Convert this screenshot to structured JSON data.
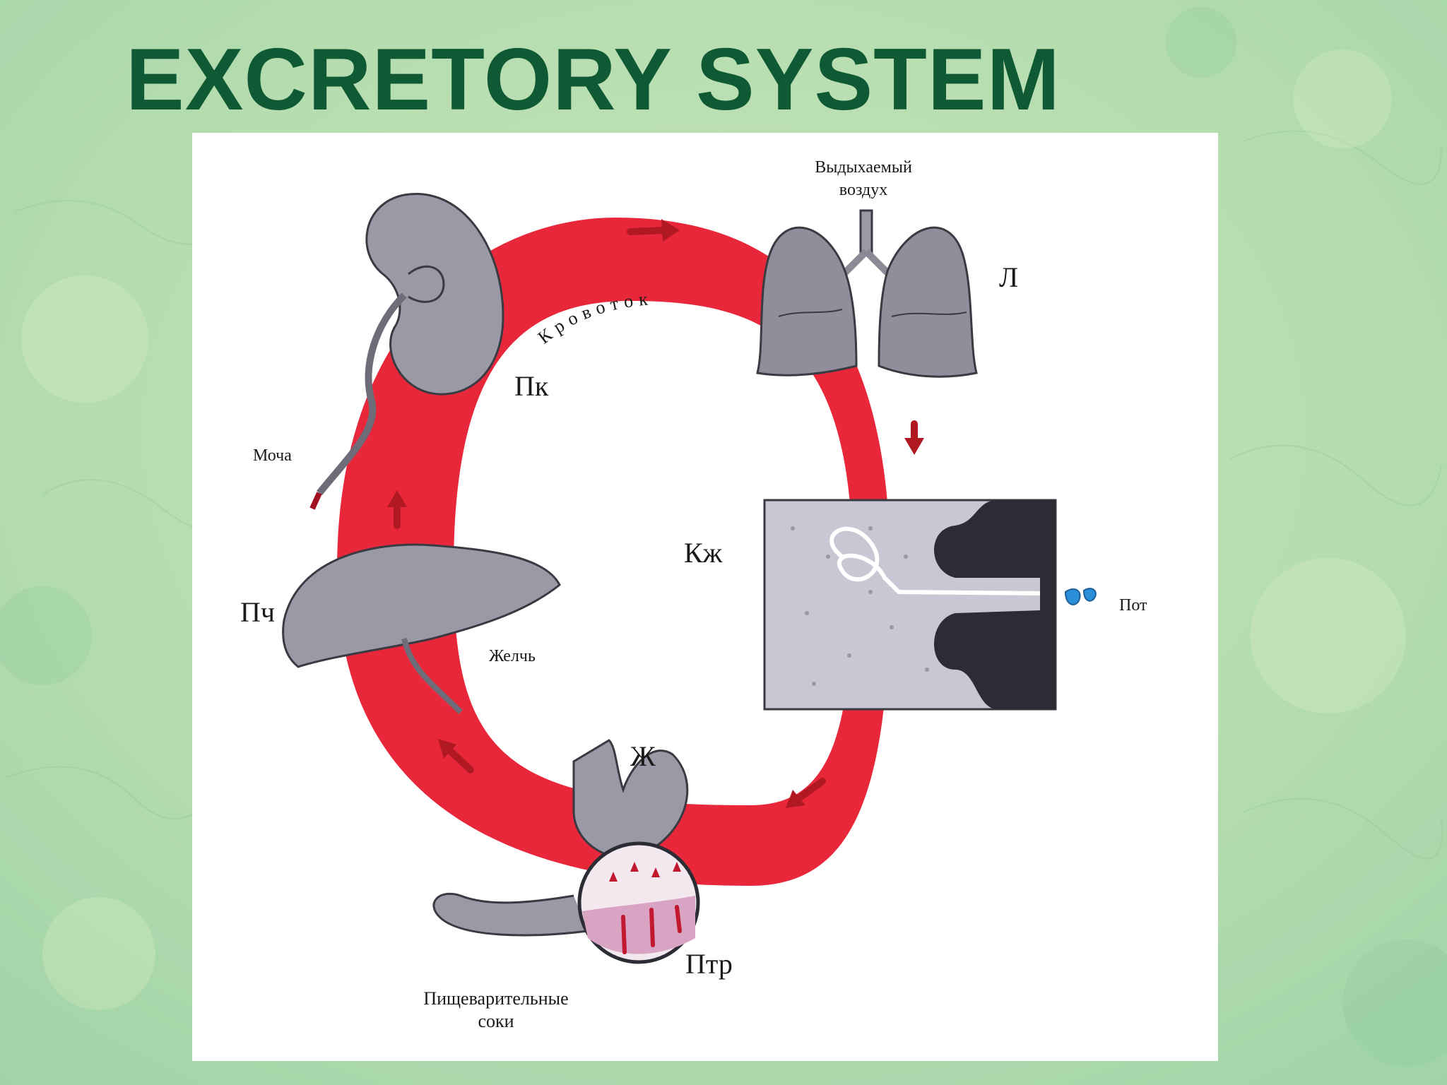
{
  "slide": {
    "title": "EXCRETORY SYSTEM"
  },
  "diagram": {
    "center_label": "Кровоток",
    "labels": {
      "exhaled_air_line1": "Выдыхаемый",
      "exhaled_air_line2": "воздух",
      "lungs": "Л",
      "kidney": "Пк",
      "urine": "Моча",
      "skin": "Кж",
      "sweat": "Пот",
      "liver": "Пч",
      "bile": "Желчь",
      "stomach": "Ж",
      "intestine": "Птр",
      "digestive_juices_line1": "Пищеварительные",
      "digestive_juices_line2": "соки"
    },
    "colors": {
      "background": "#b5dcb0",
      "title": "#0f5a34",
      "blood_loop": "#e8283a",
      "arrow": "#b01822",
      "organ": "#8f8e9a",
      "sweat_drop": "#2a8fd8"
    }
  }
}
